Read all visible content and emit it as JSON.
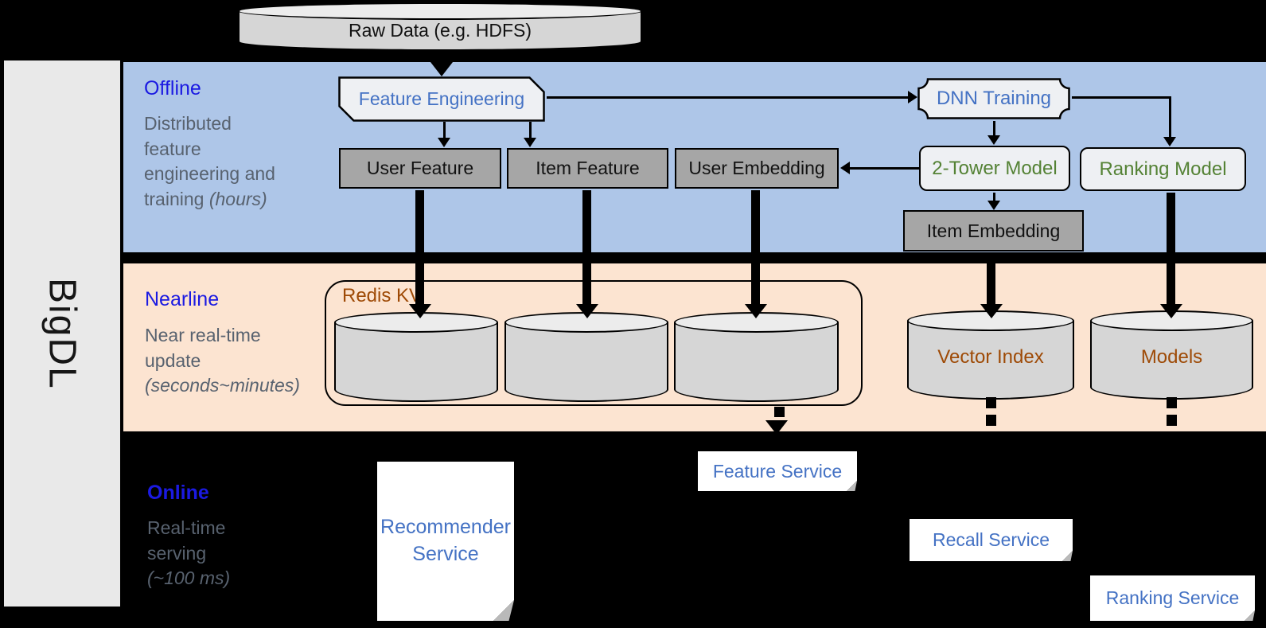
{
  "brand": {
    "label": "BigDL"
  },
  "raw_data": {
    "label": "Raw Data (e.g. HDFS)"
  },
  "sections": {
    "offline": {
      "label": "Offline",
      "desc": [
        "Distributed",
        "feature",
        "engineering and"
      ],
      "desc_last_plain": "training ",
      "desc_last_italic": "(hours)"
    },
    "nearline": {
      "label": "Nearline",
      "desc": [
        "Near real-time",
        "update"
      ],
      "desc_last_italic": "(seconds~minutes)"
    },
    "online": {
      "label": "Online",
      "desc": [
        "Real-time",
        "serving"
      ],
      "desc_last_italic": "(~100 ms)"
    }
  },
  "boxes": {
    "feature_engineering": "Feature Engineering",
    "dnn_training": "DNN Training",
    "user_feature": "User Feature",
    "item_feature": "Item Feature",
    "user_embedding": "User Embedding",
    "two_tower_model": "2-Tower Model",
    "ranking_model": "Ranking Model",
    "item_embedding": "Item Embedding"
  },
  "stores": {
    "redis_kv": "Redis KV",
    "vector_index": "Vector Index",
    "models": "Models"
  },
  "services": {
    "recommender_line1": "Recommender",
    "recommender_line2": "Service",
    "feature": "Feature Service",
    "recall": "Recall Service",
    "ranking": "Ranking Service"
  },
  "colors": {
    "background": "#000000",
    "offline_band": "#aec6e8",
    "nearline_band": "#fce4d1",
    "sidebar": "#e9e9e9",
    "section_label": "#1b1ae2",
    "desc_text": "#58626f",
    "box_gray": "#a6a6a6",
    "box_light": "#eef0f3",
    "accent_blue": "#4472c4",
    "accent_green": "#548235",
    "accent_brown": "#9e4a06",
    "cylinder_body": "#d6d6d6",
    "cylinder_top": "#ececec"
  }
}
